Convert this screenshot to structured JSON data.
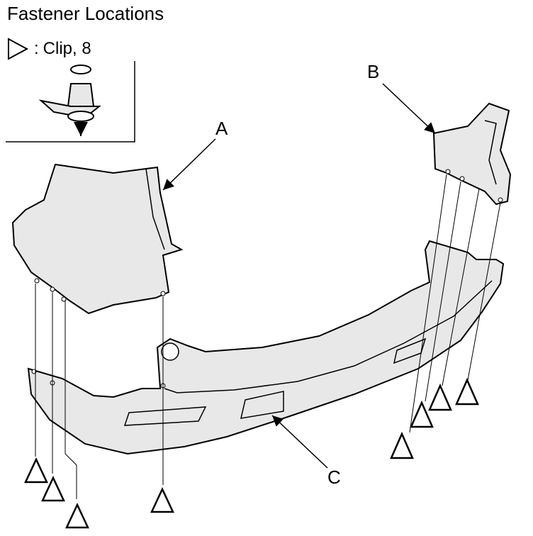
{
  "title": "Fastener Locations",
  "legend": {
    "symbol_separator": ":",
    "text": "Clip, 8"
  },
  "callouts": {
    "a": "A",
    "b": "B",
    "c": "C"
  },
  "colors": {
    "line": "#000000",
    "panel": "#e8e8e8",
    "background": "#ffffff"
  }
}
